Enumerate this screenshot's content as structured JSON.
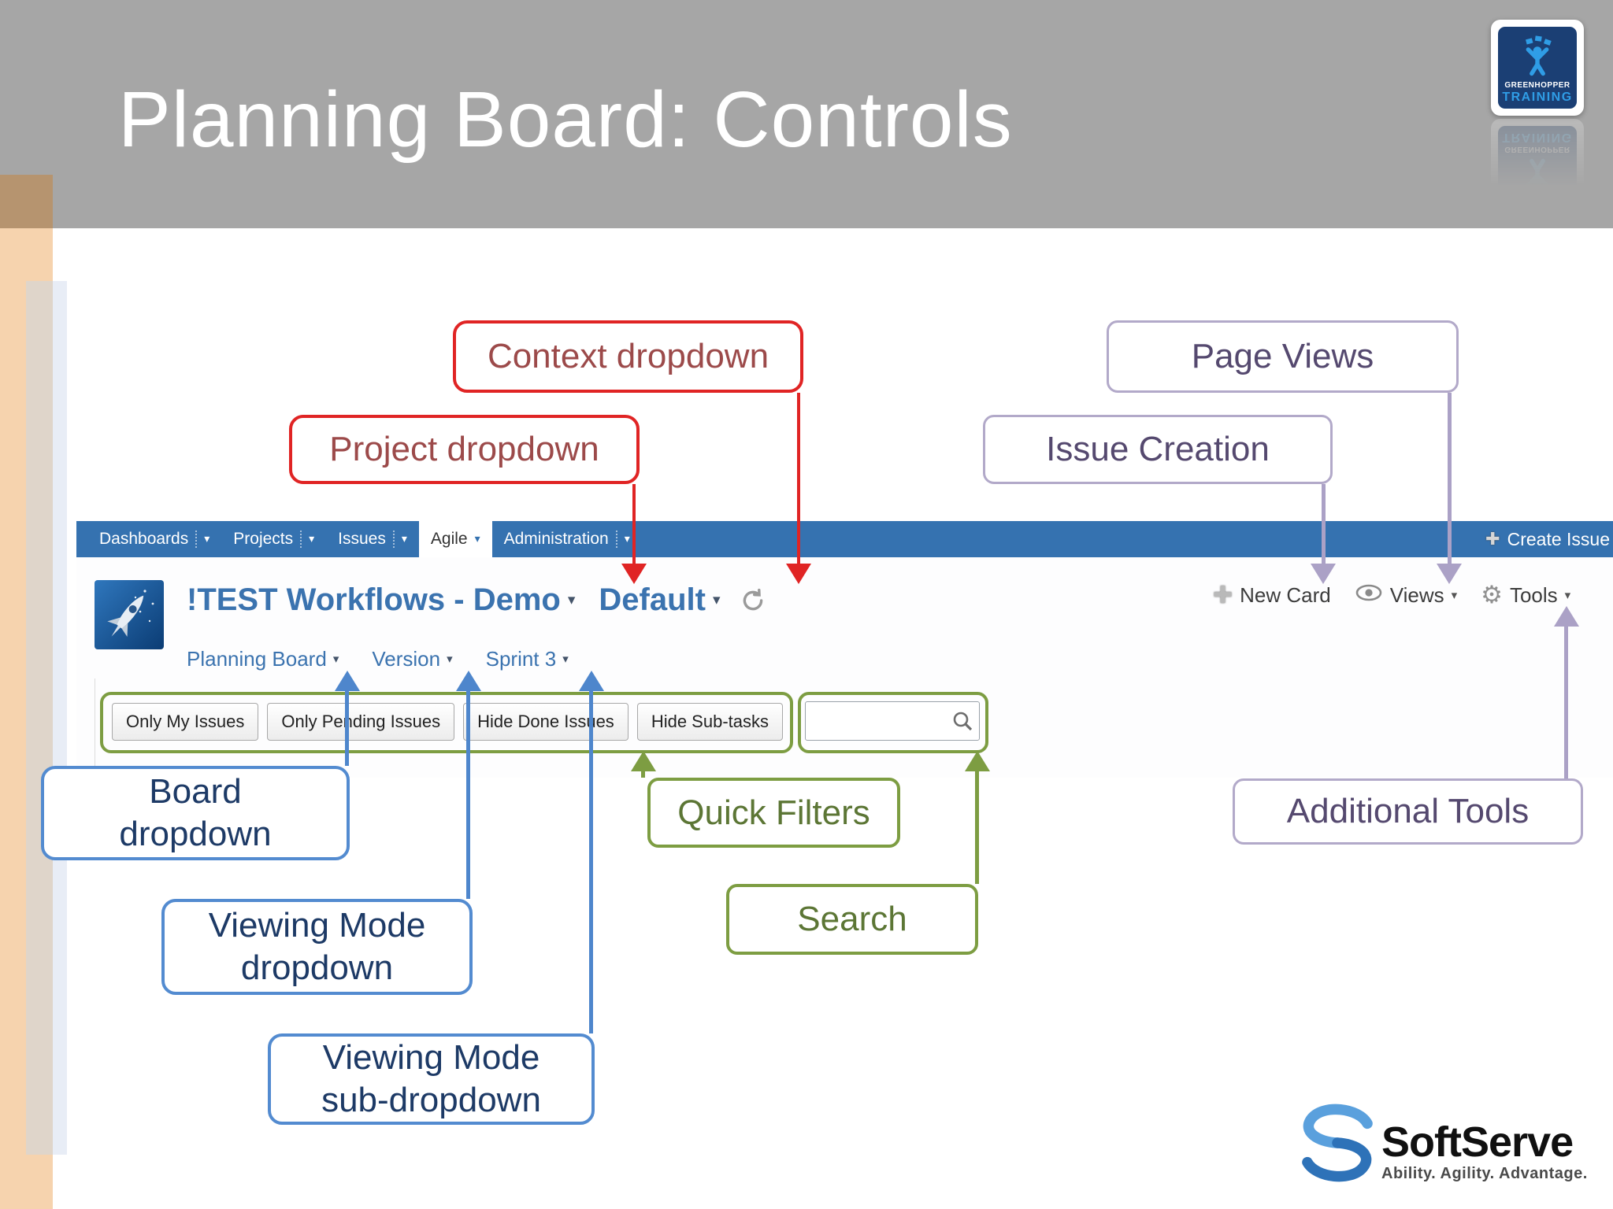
{
  "slide": {
    "title": "Planning Board: Controls",
    "logo": {
      "line1": "GREENHOPPER",
      "line2": "TRAINING"
    },
    "footer": {
      "brand": "SoftServe",
      "tagline": "Ability. Agility. Advantage."
    }
  },
  "icons": {
    "caret_down": "▾",
    "plus": "✚",
    "gear": "⚙"
  },
  "app": {
    "navbar": {
      "items": [
        {
          "label": "Dashboards",
          "active": false
        },
        {
          "label": "Projects",
          "active": false
        },
        {
          "label": "Issues",
          "active": false
        },
        {
          "label": "Agile",
          "active": true
        },
        {
          "label": "Administration",
          "active": false
        }
      ],
      "create_issue": "Create Issue"
    },
    "header": {
      "project_title": "!TEST Workflows - Demo",
      "context": "Default",
      "actions": {
        "new_card": "New Card",
        "views": "Views",
        "tools": "Tools"
      }
    },
    "subnav": [
      {
        "label": "Planning Board"
      },
      {
        "label": "Version"
      },
      {
        "label": "Sprint 3"
      }
    ],
    "filters": [
      "Only My Issues",
      "Only Pending Issues",
      "Hide Done Issues",
      "Hide Sub-tasks"
    ],
    "search": {
      "value": ""
    }
  },
  "annotations": {
    "context_dropdown": {
      "label": "Context dropdown"
    },
    "project_dropdown": {
      "label": "Project dropdown"
    },
    "page_views": {
      "label": "Page Views"
    },
    "issue_creation": {
      "label": "Issue Creation"
    },
    "additional_tools": {
      "label": "Additional Tools"
    },
    "board_dropdown": {
      "line1": "Board",
      "line2": "dropdown"
    },
    "viewing_mode_dropdown": {
      "line1": "Viewing Mode",
      "line2": "dropdown"
    },
    "viewing_mode_sub_dropdown": {
      "line1": "Viewing Mode",
      "line2": "sub-dropdown"
    },
    "quick_filters": {
      "label": "Quick Filters"
    },
    "search": {
      "label": "Search"
    }
  },
  "colors": {
    "header_gray": "#a6a6a6",
    "nav_blue": "#3572b0",
    "link_blue": "#3b73af",
    "callout_red": "#e02424",
    "callout_purple": "#b2a9c9",
    "callout_blue": "#538bd0",
    "callout_green": "#7d9d42",
    "side_peach": "#f6d3ae",
    "side_tan": "#b6946f"
  }
}
